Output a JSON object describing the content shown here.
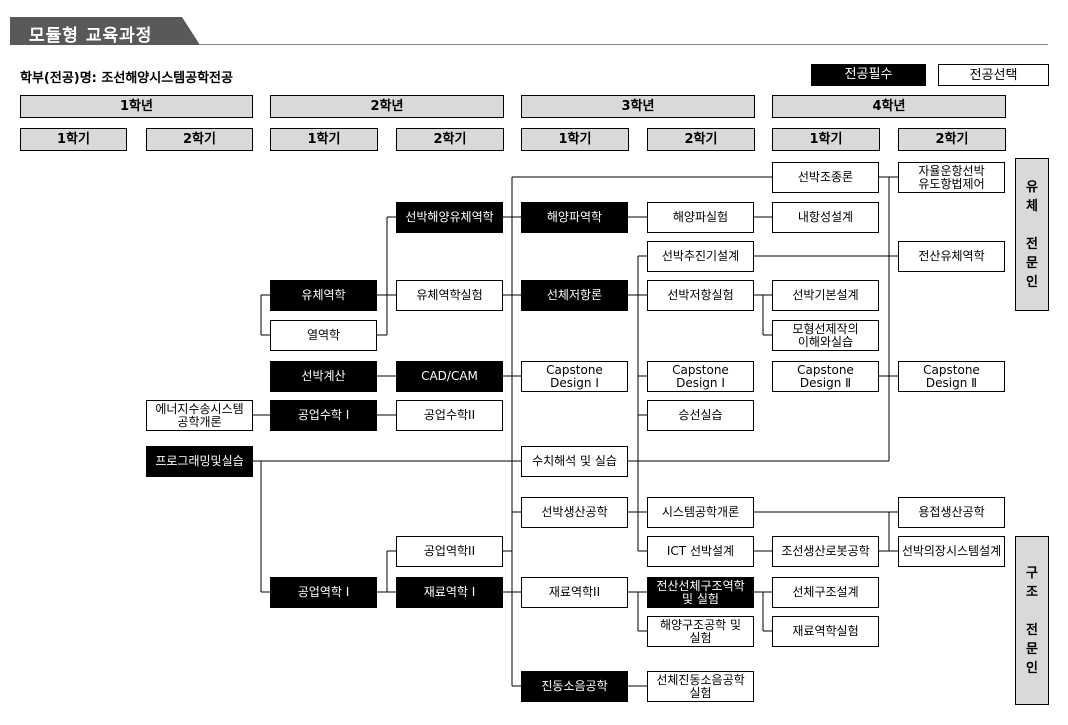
{
  "title": "모듈형 교육과정",
  "department": "학부(전공)명: 조선해양시스템공학전공",
  "legend": {
    "required": "전공필수",
    "elective": "전공선택"
  },
  "years": [
    "1학년",
    "2학년",
    "3학년",
    "4학년"
  ],
  "semesters": [
    "1학기",
    "2학기",
    "1학기",
    "2학기",
    "1학기",
    "2학기",
    "1학기",
    "2학기"
  ],
  "side_labels": {
    "fluid": [
      "유",
      "체",
      "",
      "전",
      "문",
      "인"
    ],
    "structure": [
      "구",
      "조",
      "",
      "전",
      "문",
      "인"
    ]
  },
  "courses": {
    "intro_energy": "에너지수송시스템\n공학개론",
    "programming": "프로그래밍및실습",
    "fluid_mech": "유체역학",
    "thermo": "열역학",
    "ship_calc": "선박계산",
    "eng_math1": "공업수학 I",
    "eng_mech1": "공업역학 I",
    "ship_fluid": "선박해양유체역학",
    "fluid_lab": "유체역학실험",
    "cadcam": "CAD/CAM",
    "eng_math2": "공업수학II",
    "eng_mech2": "공업역학II",
    "mat_mech1": "재료역학 I",
    "wave_mech": "해양파역학",
    "resistance": "선체저항론",
    "capstone1a": "Capstone\nDesign I",
    "numerical": "수치해석 및 실습",
    "production": "선박생산공학",
    "mat_mech2": "재료역학II",
    "vibration": "진동소음공학",
    "wave_lab": "해양파실험",
    "propulsion": "선박추진기설계",
    "resist_lab": "선박저항실험",
    "capstone1b": "Capstone\nDesign I",
    "boarding": "승선실습",
    "sys_intro": "시스템공학개론",
    "ict_design": "ICT 선박설계",
    "struct_mech": "전산선체구조역학\n및 실험",
    "ocean_struct": "해양구조공학 및\n실험",
    "hull_noise": "선체진동소음공학\n실험",
    "maneuver": "선박조종론",
    "seakeeping": "내항성설계",
    "basic_design": "선박기본설계",
    "model_test": "모형선제작의\n이해와실습",
    "capstone2a": "Capstone\nDesign Ⅱ",
    "robot": "조선생산로봇공학",
    "hull_design": "선체구조설계",
    "mat_lab": "재료역학실험",
    "auto_nav": "자율운항선박\n유도항법제어",
    "cfd": "전산유체역학",
    "capstone2b": "Capstone\nDesign Ⅱ",
    "welding": "용접생산공학",
    "outfit": "선박의장시스템설계"
  }
}
